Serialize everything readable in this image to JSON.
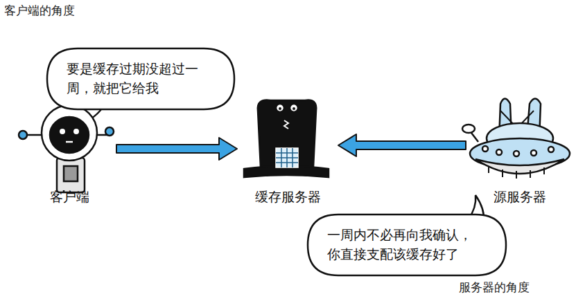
{
  "diagram": {
    "nodes": [
      {
        "text": [
          "要是缓存过期没超过一 周，就把它给我"
        ]
      },
      {
        "text": [
          "客户端"
        ]
      },
      {
        "text": [
          "缓存服务器"
        ]
      },
      {
        "text": [
          "源服务器"
        ]
      },
      {
        "text": [
          "一周内不必再向我确认， 你直接支配该缓存好了"
        ]
      }
    ],
    "edges": [
      {
        "from": 1,
        "to": 2,
        "arrow": "to"
      },
      {
        "from": 3,
        "to": 2,
        "arrow": "to"
      }
    ],
    "labels": [
      "客户端的角度",
      "服务器的角度"
    ]
  }
}
